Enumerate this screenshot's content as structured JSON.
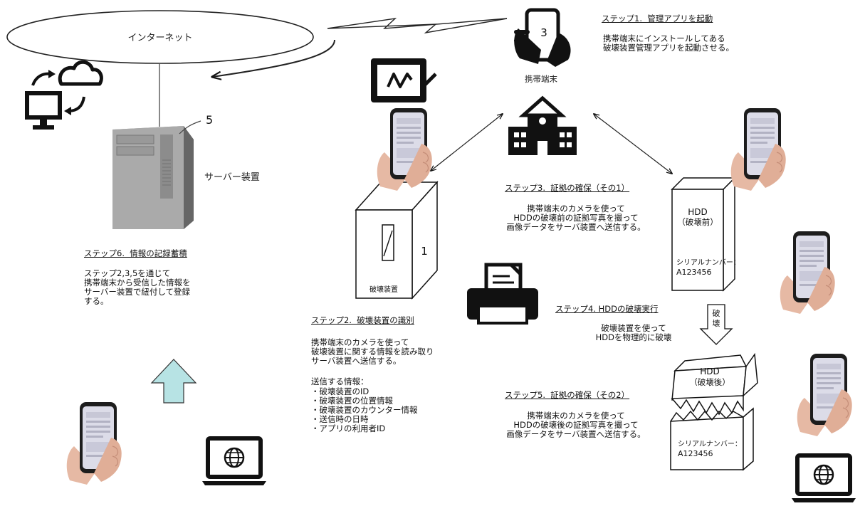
{
  "internet": {
    "label": "インターネット"
  },
  "server": {
    "label": "サーバー装置",
    "number": "5"
  },
  "phone_top": {
    "number": "3",
    "label": "携帯端末"
  },
  "destroyer": {
    "number": "1",
    "label": "破壊装置"
  },
  "hdd_before": {
    "line1": "HDD",
    "line2": "（破壊前）",
    "serial_label": "シリアルナンバー：",
    "serial": "A123456"
  },
  "hdd_after": {
    "line1": "HDD",
    "line2": "（破壊後）",
    "serial_label": "シリアルナンバー：",
    "serial": "A123456"
  },
  "arrow_label": {
    "c1": "破",
    "c2": "壊"
  },
  "step1": {
    "title": "ステップ1.  管理アプリを起動",
    "body": "携帯端末にインストールしてある\n破壊装置管理アプリを起動させる。"
  },
  "step2": {
    "title": "ステップ2.  破壊装置の識別",
    "body": "携帯端末のカメラを使って\n破壊装置に関する情報を読み取り\nサーバ装置へ送信する。",
    "list_title": "送信する情報：",
    "items": [
      "・破壊装置のID",
      "・破壊装置の位置情報",
      "・破壊装置のカウンター情報",
      "・送信時の日時",
      "・アプリの利用者ID"
    ]
  },
  "step3": {
    "title": "ステップ3.  証拠の確保（その1）",
    "body": "携帯端末のカメラを使って\nHDDの破壊前の証拠写真を撮って\n画像データをサーバ装置へ送信する。"
  },
  "step4": {
    "title": "ステップ4. HDDの破壊実行",
    "body": "破壊装置を使って\nHDDを物理的に破壊"
  },
  "step5": {
    "title": "ステップ5.  証拠の確保（その2）",
    "body": "携帯端末のカメラを使って\nHDDの破壊後の証拠写真を撮って\n画像データをサーバ装置へ送信する。"
  },
  "step6": {
    "title": "ステップ6.  情報の記録蓄積",
    "body": "ステップ2,3,5を通じて\n携帯端末から受信した情報を\nサーバー装置で紐付して登録\nする。"
  },
  "icons": [
    "cloud-sync-icon",
    "tablet-signal-icon",
    "school-building-icon",
    "printer-icon",
    "laptop-globe-icon",
    "phone-in-hand-icon"
  ],
  "colors": {
    "up_arrow_fill": "#b7e3e4",
    "ink": "#111111"
  }
}
